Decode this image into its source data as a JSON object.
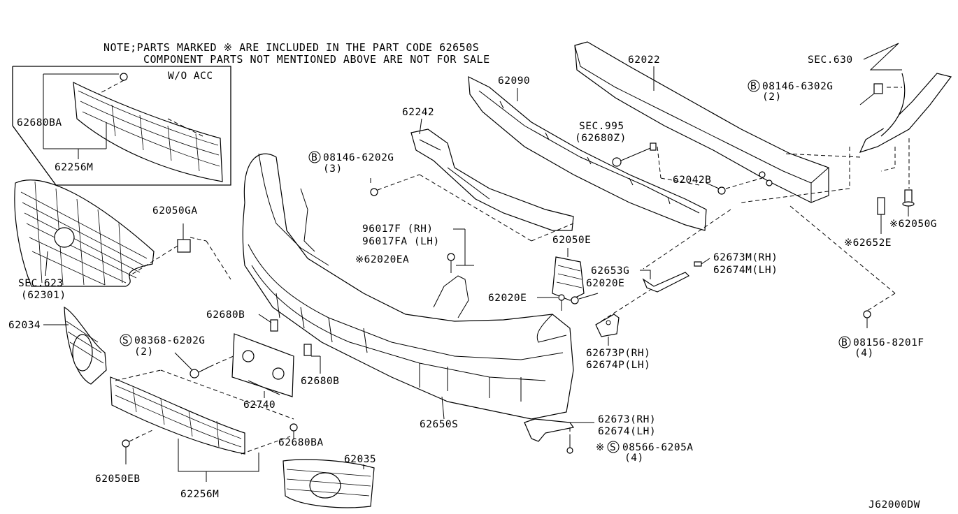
{
  "note": {
    "line1": "NOTE;PARTS MARKED ※ ARE INCLUDED IN THE PART CODE 62650S",
    "line2": "COMPONENT PARTS NOT MENTIONED ABOVE ARE NOT FOR SALE"
  },
  "inset": {
    "title": "W/O ACC"
  },
  "labels": {
    "p62680BA_top": "62680BA",
    "p62256M_top": "62256M",
    "p62050GA": "62050GA",
    "sec623": "SEC.623",
    "sec623_sub": "(62301)",
    "p62034": "62034",
    "b08368": "08368-6202G",
    "b08368_qty": "(2)",
    "p62680B_1": "62680B",
    "p62680B_2": "62680B",
    "p62740": "62740",
    "p62680BA_bot": "62680BA",
    "p62050EB": "62050EB",
    "p62256M_bot": "62256M",
    "p62035": "62035",
    "p62650S": "62650S",
    "p62242": "62242",
    "b08146_6202": "08146-6202G",
    "b08146_6202_qty": "(3)",
    "p96017F": "96017F  (RH)",
    "p96017FA": "96017FA (LH)",
    "p62020EA": "※62020EA",
    "p62050E": "62050E",
    "p62090": "62090",
    "p62022": "62022",
    "sec995": "SEC.995",
    "sec995_sub": "(62680Z)",
    "p62042B": "62042B",
    "sec630": "SEC.630",
    "b08146_6302": "08146-6302G",
    "b08146_6302_qty": "(2)",
    "p62050G": "※62050G",
    "p62652E": "※62652E",
    "p62673M": "62673M(RH)",
    "p62674M": "62674M(LH)",
    "p62653G": "62653G",
    "p62020E_a": "62020E",
    "p62020E_b": "62020E",
    "p62673P": "62673P(RH)",
    "p62674P": "62674P(LH)",
    "b08156": "08156-8201F",
    "b08156_qty": "(4)",
    "p62673": "62673(RH)",
    "p62674": "62674(LH)",
    "s08566_mark": "※",
    "s08566": "08566-6205A",
    "s08566_qty": "(4)",
    "diagram_code": "J62000DW"
  },
  "symbols": {
    "bolt": "B",
    "screw": "S"
  }
}
